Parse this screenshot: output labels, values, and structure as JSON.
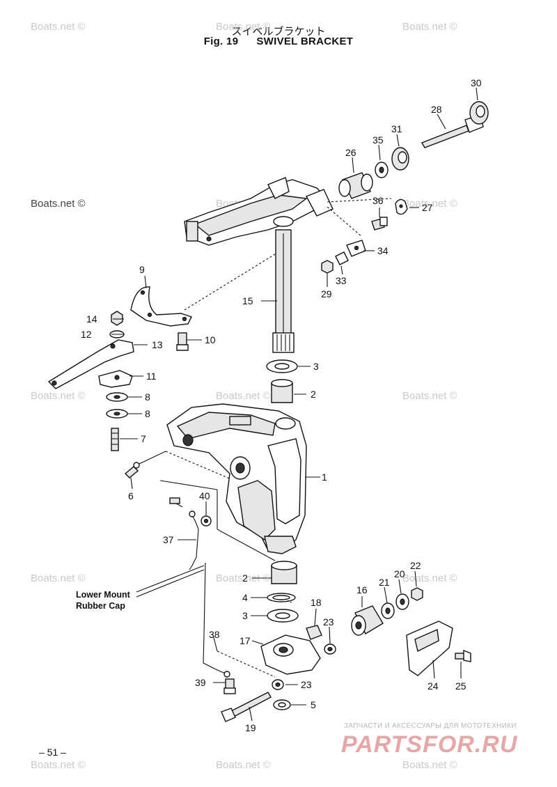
{
  "header": {
    "japanese_title": "スイベルブラケット",
    "fig_label": "Fig. 19",
    "title": "SWIVEL BRACKET"
  },
  "watermark": "Boats.net ©",
  "note": {
    "line1": "Lower Mount",
    "line2": "Rubber Cap"
  },
  "page_number": "– 51 –",
  "shop": {
    "tagline": "ЗАПЧАСТИ И АКСЕССУАРЫ ДЛЯ МОТОТЕХНИКИ",
    "logo": "PARTSFOR.RU"
  },
  "parts": {
    "p1": "1",
    "p2a": "2",
    "p2b": "2",
    "p3a": "3",
    "p3b": "3",
    "p4": "4",
    "p5": "5",
    "p6": "6",
    "p7": "7",
    "p8a": "8",
    "p8b": "8",
    "p9": "9",
    "p10": "10",
    "p11": "11",
    "p12": "12",
    "p13": "13",
    "p14": "14",
    "p15": "15",
    "p16": "16",
    "p17": "17",
    "p18": "18",
    "p19": "19",
    "p20": "20",
    "p21": "21",
    "p22": "22",
    "p23a": "23",
    "p23b": "23",
    "p24": "24",
    "p25": "25",
    "p26": "26",
    "p27": "27",
    "p28": "28",
    "p29": "29",
    "p30": "30",
    "p31": "31",
    "p33": "33",
    "p34": "34",
    "p35": "35",
    "p36": "36",
    "p37": "37",
    "p38": "38",
    "p39": "39",
    "p40": "40"
  }
}
